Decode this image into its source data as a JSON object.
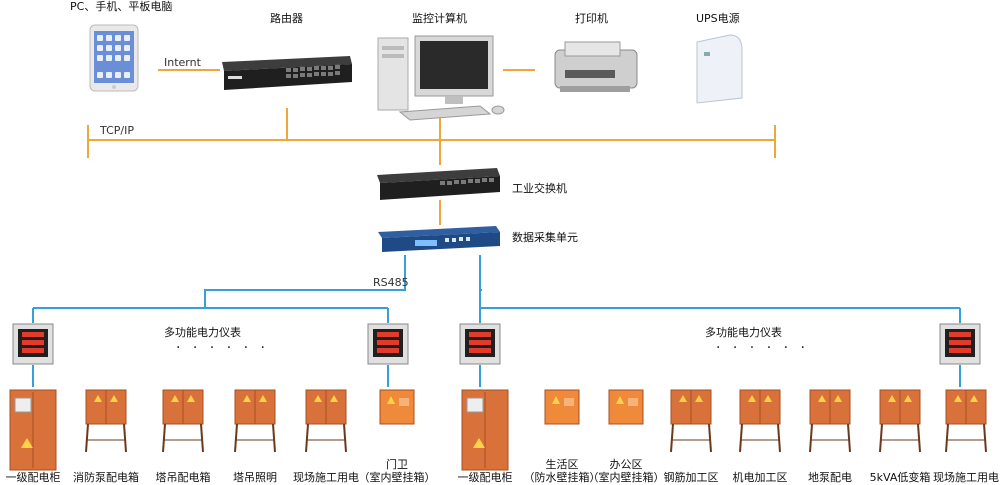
{
  "colors": {
    "ethernet": "#f0a73a",
    "rs485": "#3a9fd8",
    "cabinet": "#d9713a",
    "cabinet_dark": "#a84f22",
    "wallbox": "#ee8a3a"
  },
  "top_devices": {
    "tablet": "PC、手机、平板电脑",
    "router": "路由器",
    "monitor_pc": "监控计算机",
    "printer": "打印机",
    "ups": "UPS电源"
  },
  "links": {
    "internet": "Internt",
    "tcpip": "TCP/IP",
    "rs485": "RS485"
  },
  "middle": {
    "switch": "工业交换机",
    "dau": "数据采集单元"
  },
  "meter_groups": [
    "多功能电力仪表",
    "多功能电力仪表"
  ],
  "ellipsis": "· · · · · ·",
  "cabinets": [
    {
      "label": "一级配电柜",
      "kind": "main"
    },
    {
      "label": "消防泵配电箱",
      "kind": "stand"
    },
    {
      "label": "塔吊配电箱",
      "kind": "stand"
    },
    {
      "label": "塔吊照明",
      "kind": "stand"
    },
    {
      "label": "现场施工用电",
      "kind": "stand"
    },
    {
      "label": "门卫",
      "label2": "（室内壁挂箱）",
      "kind": "wall"
    },
    {
      "label": "一级配电柜",
      "kind": "main"
    },
    {
      "label": "生活区",
      "label2": "（防水壁挂箱）",
      "kind": "wall"
    },
    {
      "label": "办公区",
      "label2": "（室内壁挂箱）",
      "kind": "wall"
    },
    {
      "label": "钢筋加工区",
      "kind": "stand"
    },
    {
      "label": "机电加工区",
      "kind": "stand"
    },
    {
      "label": "地泵配电",
      "kind": "stand"
    },
    {
      "label": "5kVA低变箱",
      "kind": "stand"
    },
    {
      "label": "现场施工用电",
      "kind": "stand"
    }
  ]
}
